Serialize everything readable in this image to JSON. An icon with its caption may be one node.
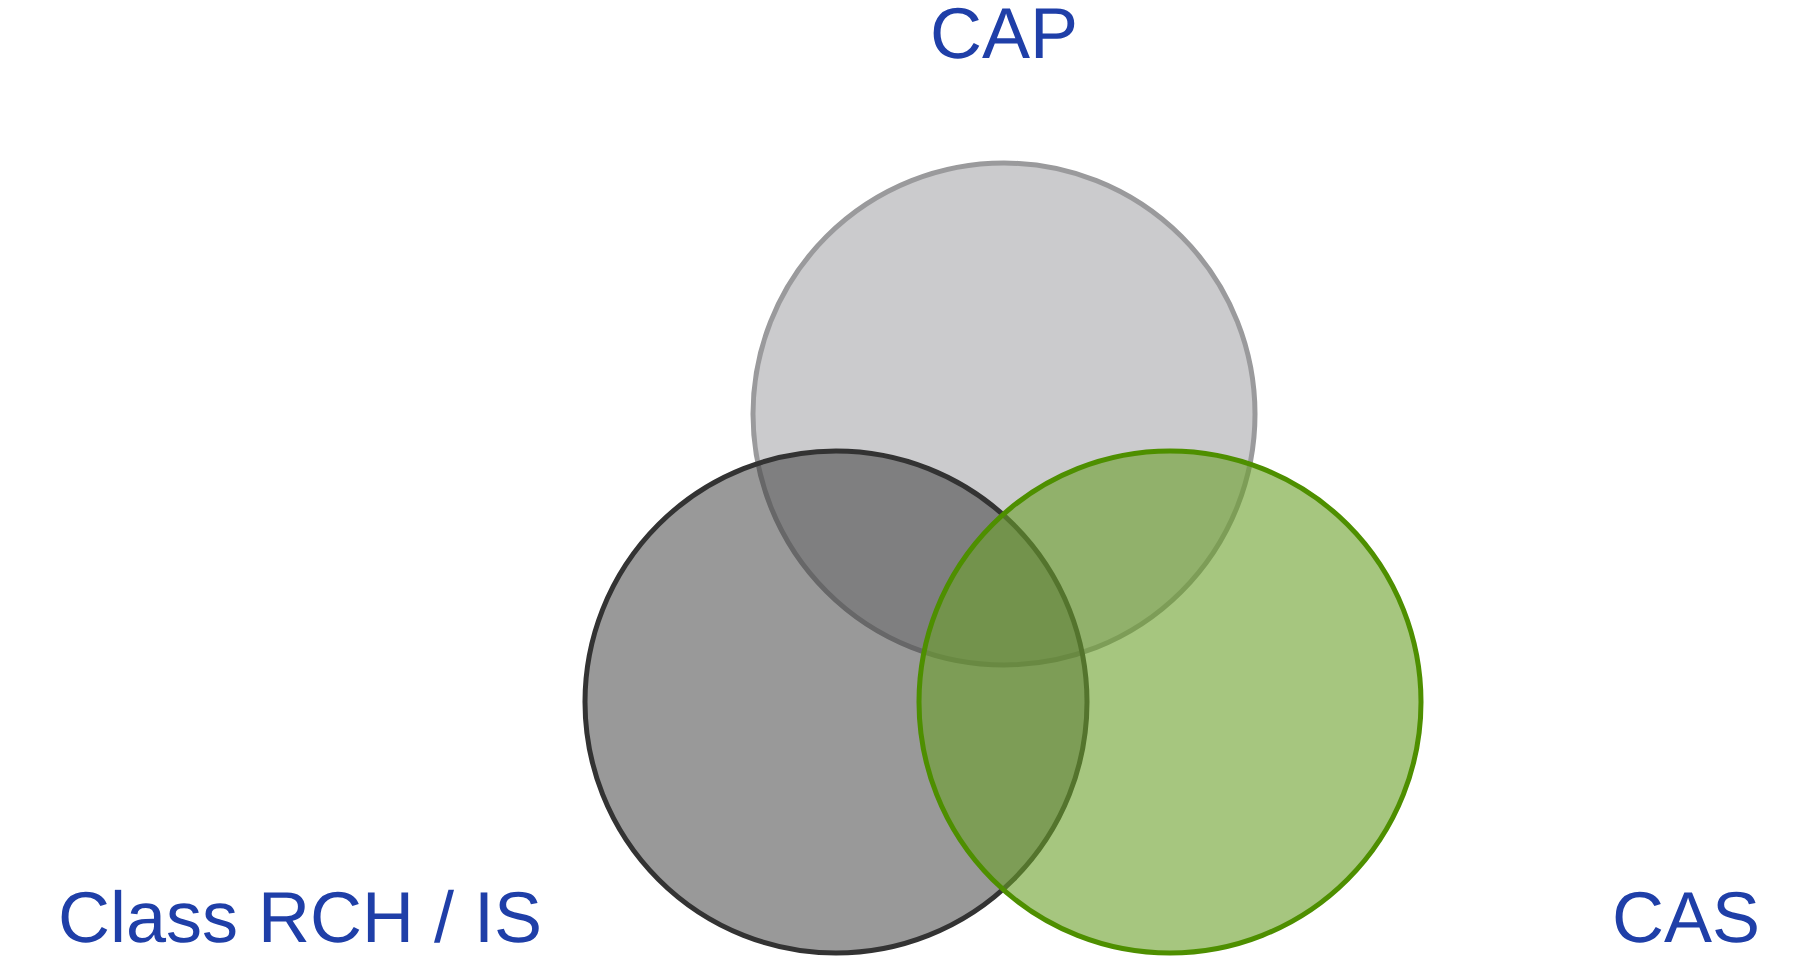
{
  "diagram": {
    "nodes": [
      {
        "text": [
          "CAP"
        ]
      },
      {
        "text": [
          "Class RCH / IS"
        ]
      },
      {
        "text": [
          "CAS"
        ]
      }
    ]
  }
}
